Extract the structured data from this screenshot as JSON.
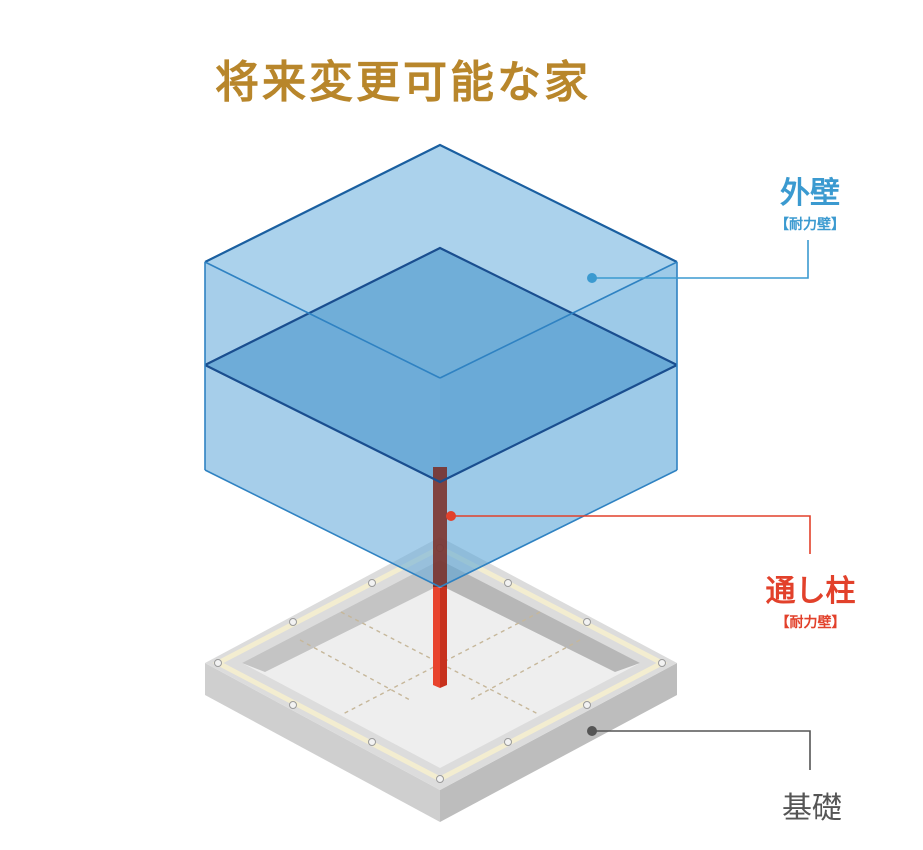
{
  "title": "将来変更可能な家",
  "labels": {
    "wall": {
      "name": "外壁",
      "sub": "【耐力壁】"
    },
    "pillar": {
      "name": "通し柱",
      "sub": "【耐力壁】"
    },
    "foundation": {
      "name": "基礎"
    }
  },
  "colors": {
    "title": "#b8862b",
    "wall": "#3b9ad0",
    "pillar": "#e2412b",
    "foundation": "#555555"
  }
}
